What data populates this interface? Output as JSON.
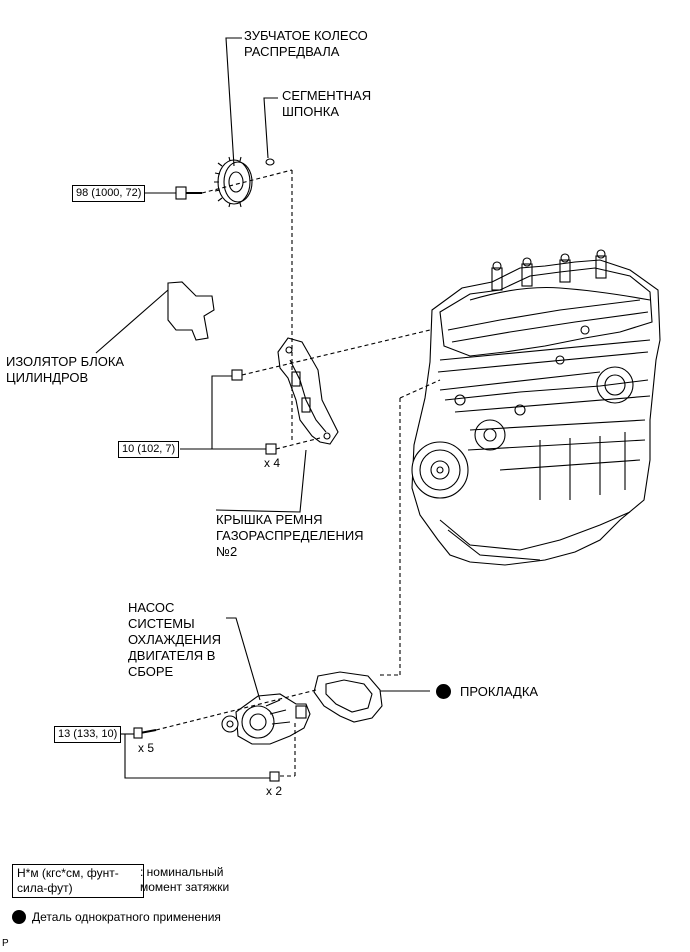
{
  "labels": {
    "camshaft_gear": [
      "ЗУБЧАТОЕ КОЛЕСО",
      "РАСПРЕДВАЛА"
    ],
    "segment_key": [
      "СЕГМЕНТНАЯ",
      "ШПОНКА"
    ],
    "block_insulator": [
      "ИЗОЛЯТОР БЛОКА",
      "ЦИЛИНДРОВ"
    ],
    "timing_cover": [
      "КРЫШКА РЕМНЯ",
      "ГАЗОРАСПРЕДЕЛЕНИЯ",
      "№2"
    ],
    "water_pump": [
      "НАСОС",
      "СИСТЕМЫ",
      "ОХЛАЖДЕНИЯ",
      "ДВИГАТЕЛЯ В",
      "СБОРЕ"
    ],
    "gasket": "ПРОКЛАДКА"
  },
  "torques": {
    "gear_bolt": "98 (1000, 72)",
    "cover_bolts": "10 (102, 7)",
    "pump_bolts": "13 (133, 10)"
  },
  "quantities": {
    "cover_bolts": "x 4",
    "pump_bolts": "x 5",
    "pump_nuts": "x 2"
  },
  "legend": {
    "torque_box": [
      "Н*м (кгс*см, фунт-",
      "сила-фут)"
    ],
    "torque_desc": [
      ": номинальный",
      "момент затяжки"
    ],
    "non_reusable": "Деталь однократного применения"
  },
  "corner_mark": "P"
}
